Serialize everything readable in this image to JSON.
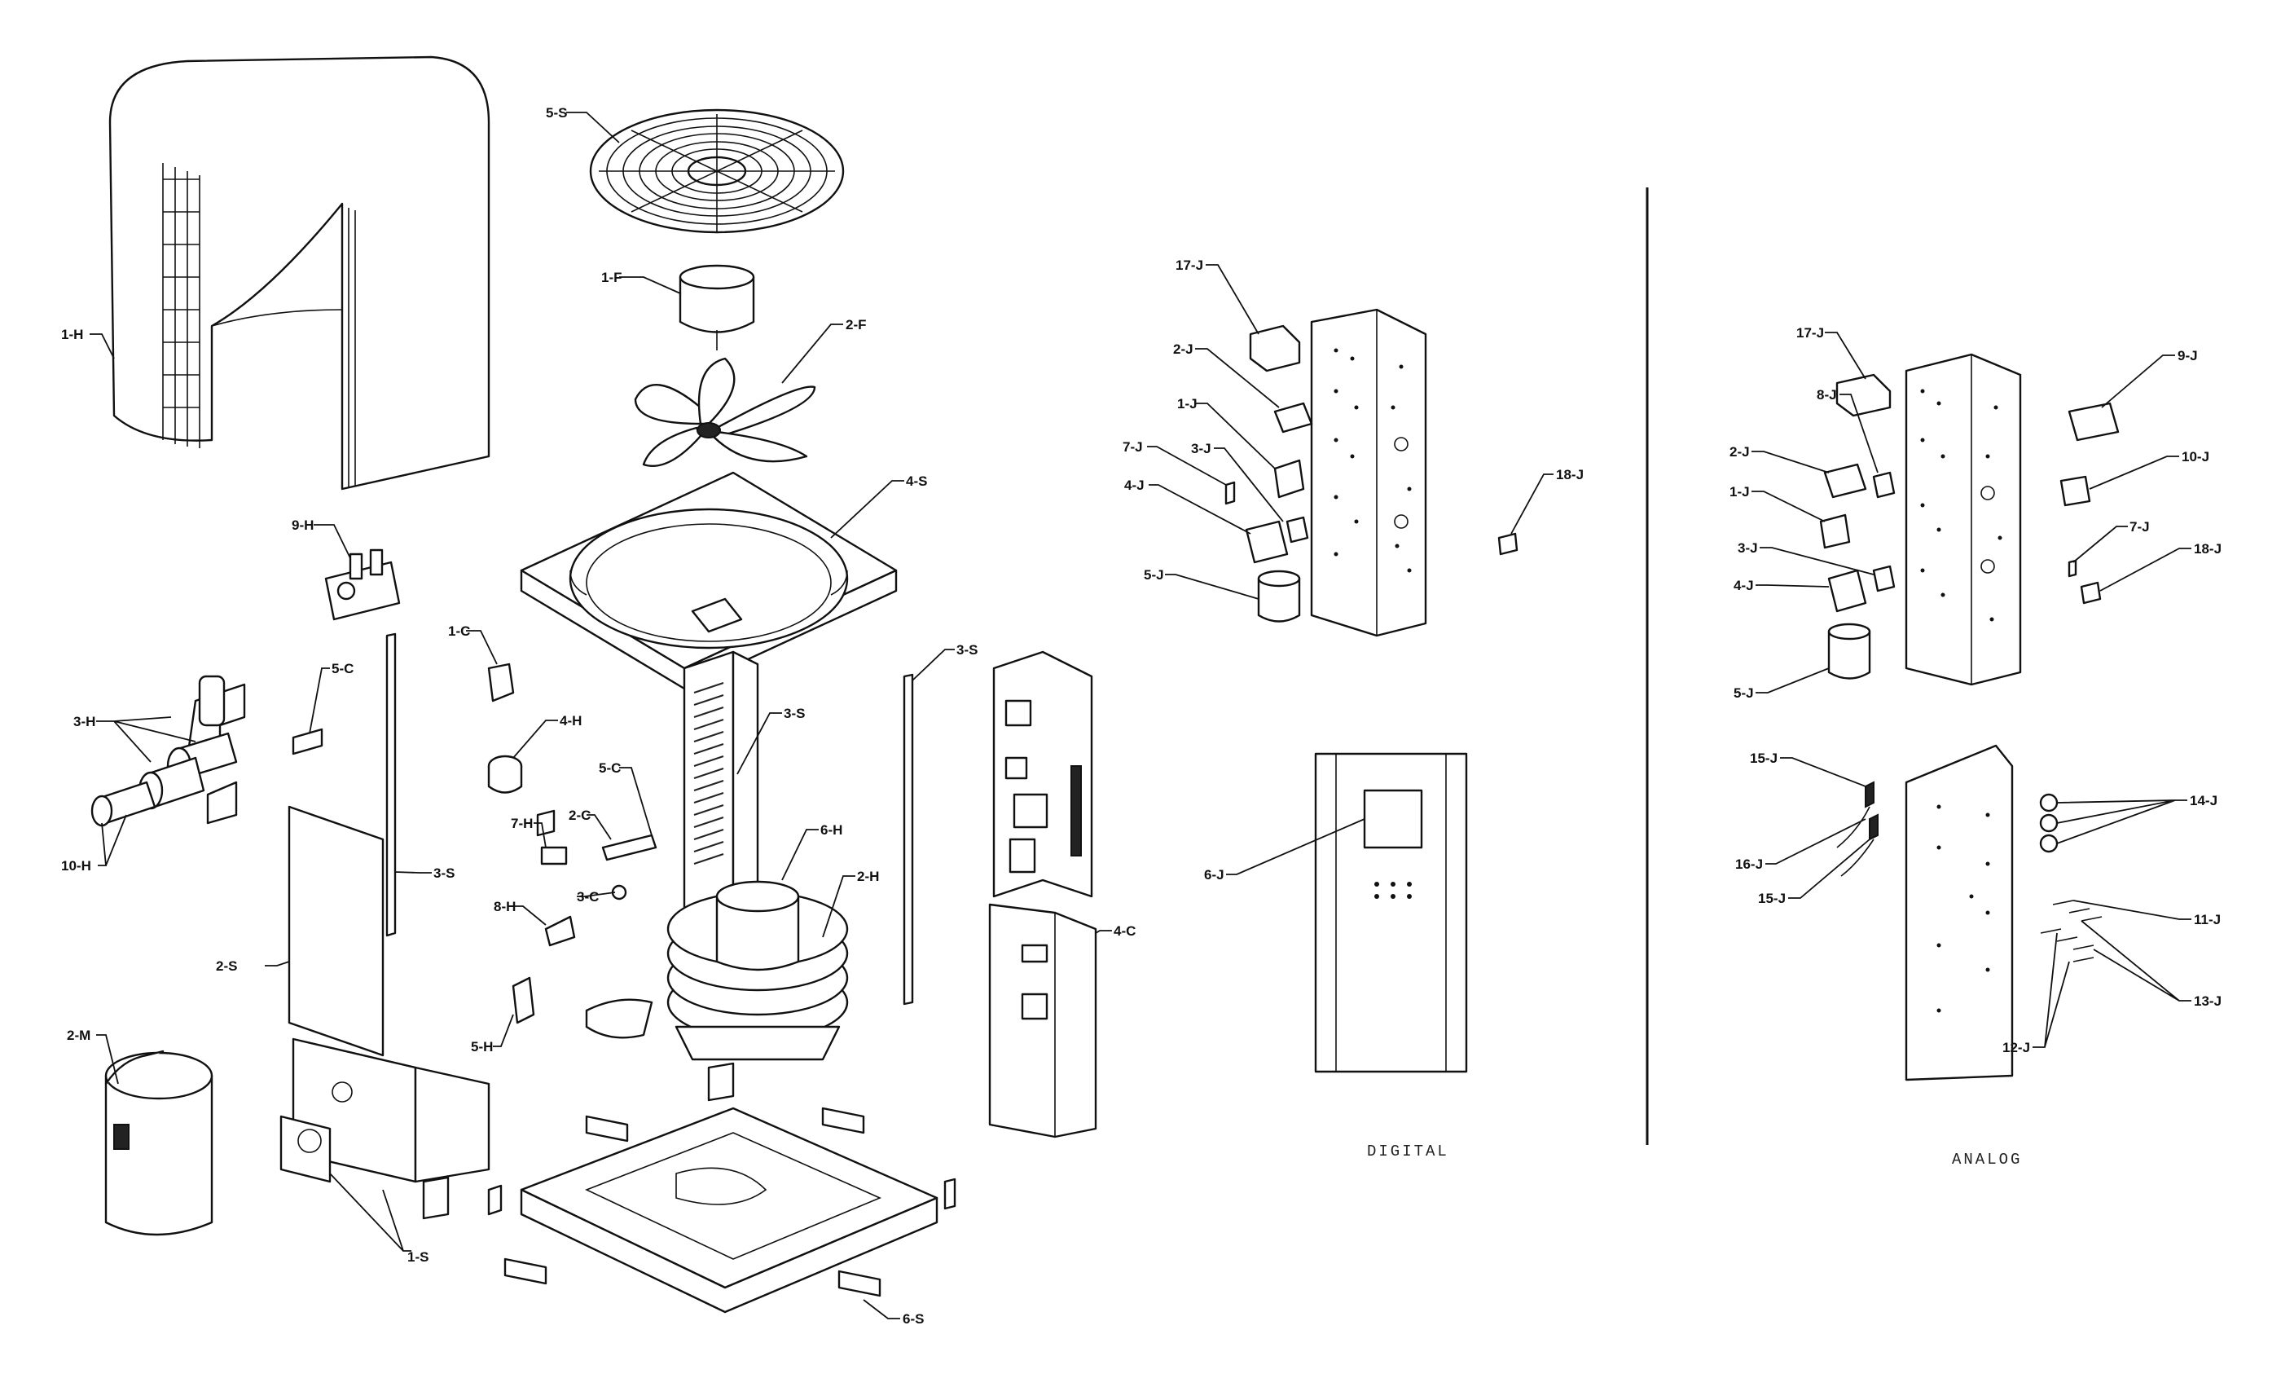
{
  "sections": {
    "digital_caption": "DIGITAL",
    "analog_caption": "ANALOG"
  },
  "callouts": {
    "main": [
      "1-H",
      "5-S",
      "1-F",
      "2-F",
      "4-S",
      "9-H",
      "1-C",
      "3-H",
      "5-C",
      "4-H",
      "3-S",
      "3-S",
      "5-C",
      "2-C",
      "7-H",
      "6-H",
      "2-H",
      "3-S",
      "3-C",
      "8-H",
      "4-C",
      "10-H",
      "2-S",
      "5-H",
      "2-M",
      "1-S",
      "6-S"
    ],
    "digital": [
      "17-J",
      "2-J",
      "1-J",
      "7-J",
      "3-J",
      "4-J",
      "5-J",
      "18-J",
      "6-J"
    ],
    "analog": [
      "17-J",
      "8-J",
      "9-J",
      "2-J",
      "10-J",
      "1-J",
      "3-J",
      "7-J",
      "18-J",
      "4-J",
      "5-J",
      "15-J",
      "14-J",
      "16-J",
      "15-J",
      "11-J",
      "13-J",
      "12-J"
    ]
  }
}
